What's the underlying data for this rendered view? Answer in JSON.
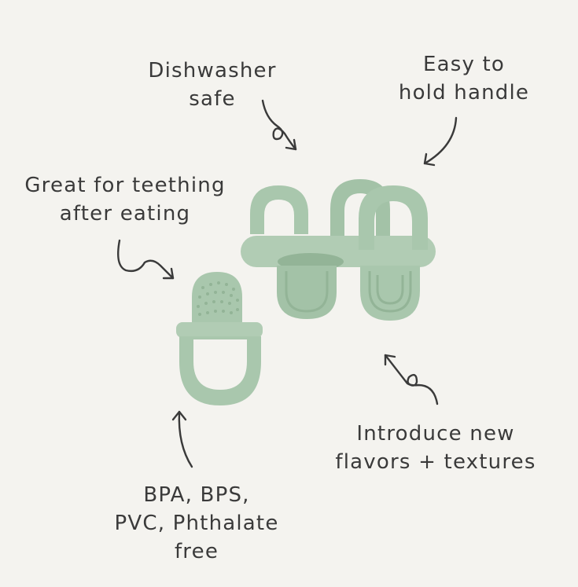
{
  "callouts": {
    "dishwasher": {
      "line1": "Dishwasher",
      "line2": "safe"
    },
    "handle": {
      "line1": "Easy to",
      "line2": "hold handle"
    },
    "teething": {
      "line1": "Great for teething",
      "line2": "after eating"
    },
    "flavors": {
      "line1": "Introduce new",
      "line2": "flavors + textures"
    },
    "bpa": {
      "line1": "BPA, BPS,",
      "line2": "PVC, Phthalate",
      "line3": "free"
    }
  },
  "colors": {
    "background": "#f4f3ef",
    "silicone": "#a9c7ad",
    "silicone_dark": "#93b497",
    "ink": "#3a3a3a"
  },
  "icons": [
    "curly-arrow-icon",
    "curved-arrow-icon"
  ]
}
